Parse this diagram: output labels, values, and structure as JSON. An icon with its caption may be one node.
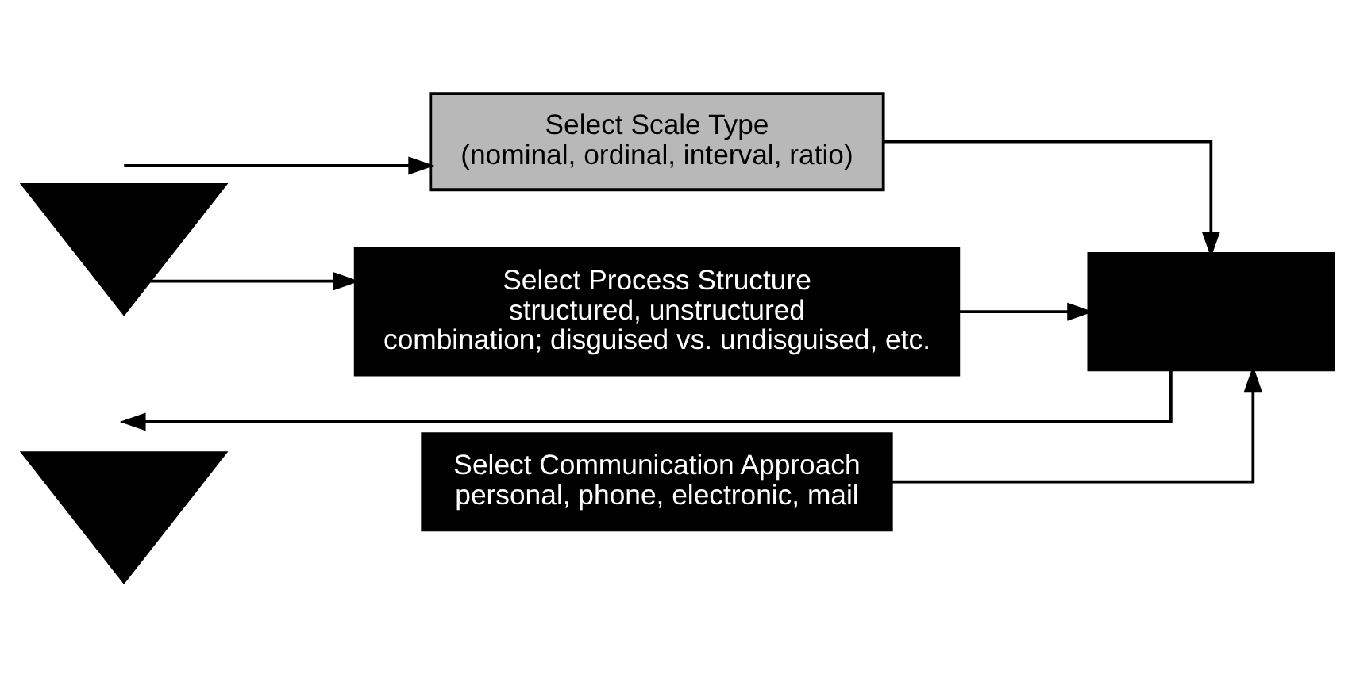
{
  "diagram": {
    "nodes": [
      {
        "text": [],
        "shape": "triangle"
      },
      {
        "text": [
          "Select Scale Type",
          "(nominal, ordinal, interval, ratio)"
        ]
      },
      {
        "text": [
          "Select Communication Approach",
          "personal, phone, electronic, mail"
        ]
      },
      {
        "text": [
          "Select Process Structure",
          "structured, unstructured",
          "combination; disguised vs. undisguised, etc."
        ]
      },
      {
        "text": [],
        "shape": "box"
      },
      {
        "text": [],
        "shape": "triangle"
      }
    ],
    "edges": [
      {
        "from": 0,
        "to": 1,
        "arrow": "to"
      },
      {
        "from": 0,
        "to": 3,
        "arrow": "to"
      },
      {
        "from": 1,
        "to": 4,
        "arrow": "to"
      },
      {
        "from": 2,
        "to": 4,
        "arrow": "to"
      },
      {
        "from": 3,
        "to": 4,
        "arrow": "to"
      },
      {
        "from": 4,
        "to": 5,
        "arrow": "to"
      }
    ]
  }
}
